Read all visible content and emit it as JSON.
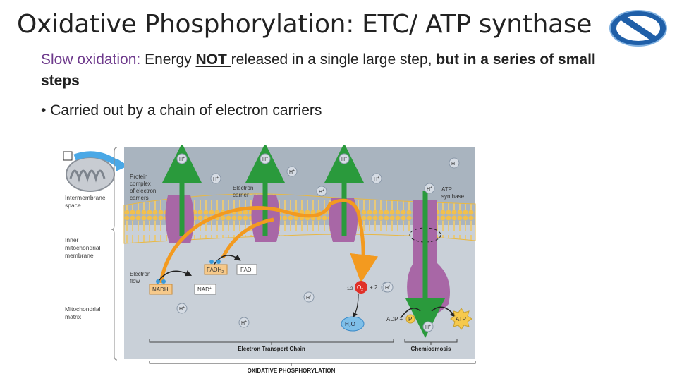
{
  "title": "Oxidative Phosphorylation: ETC/ ATP synthase",
  "paragraph": {
    "lead": "Slow oxidation:",
    "p1": " Energy ",
    "not": "NOT ",
    "p2": "released in a single large step, ",
    "bold_tail": "but in a series of small steps"
  },
  "bullet": "Carried out by a chain of electron carriers",
  "figure": {
    "left_labels": {
      "intermembrane": [
        "Intermembrane",
        "space"
      ],
      "inner_membrane": [
        "Inner",
        "mitochondrial",
        "membrane"
      ],
      "matrix": [
        "Mitochondrial",
        "matrix"
      ]
    },
    "protein_complex": [
      "Protein",
      "complex",
      "of electron",
      "carriers"
    ],
    "electron_carrier": [
      "Electron",
      "carrier"
    ],
    "atp_synthase": [
      "ATP",
      "synthase"
    ],
    "electron_flow": [
      "Electron",
      "flow"
    ],
    "nadh": "NADH",
    "nad": "NAD",
    "nad_sup": "+",
    "fadh2": "FADH",
    "fadh2_sub": "2",
    "fad": "FAD",
    "half": "1/2",
    "o2": "O",
    "o2_sub": "2",
    "plus_2h": "+ 2",
    "h": "H",
    "h_sup": "+",
    "h2o": "H",
    "h2o_sub": "2",
    "h2o_o": "O",
    "adp_plus": "ADP +",
    "p": "P",
    "atp": "ATP",
    "etc_label": "Electron Transport Chain",
    "chemi_label": "Chemiosmosis",
    "oxphos_label": "OXIDATIVE PHOSPHORYLATION"
  }
}
